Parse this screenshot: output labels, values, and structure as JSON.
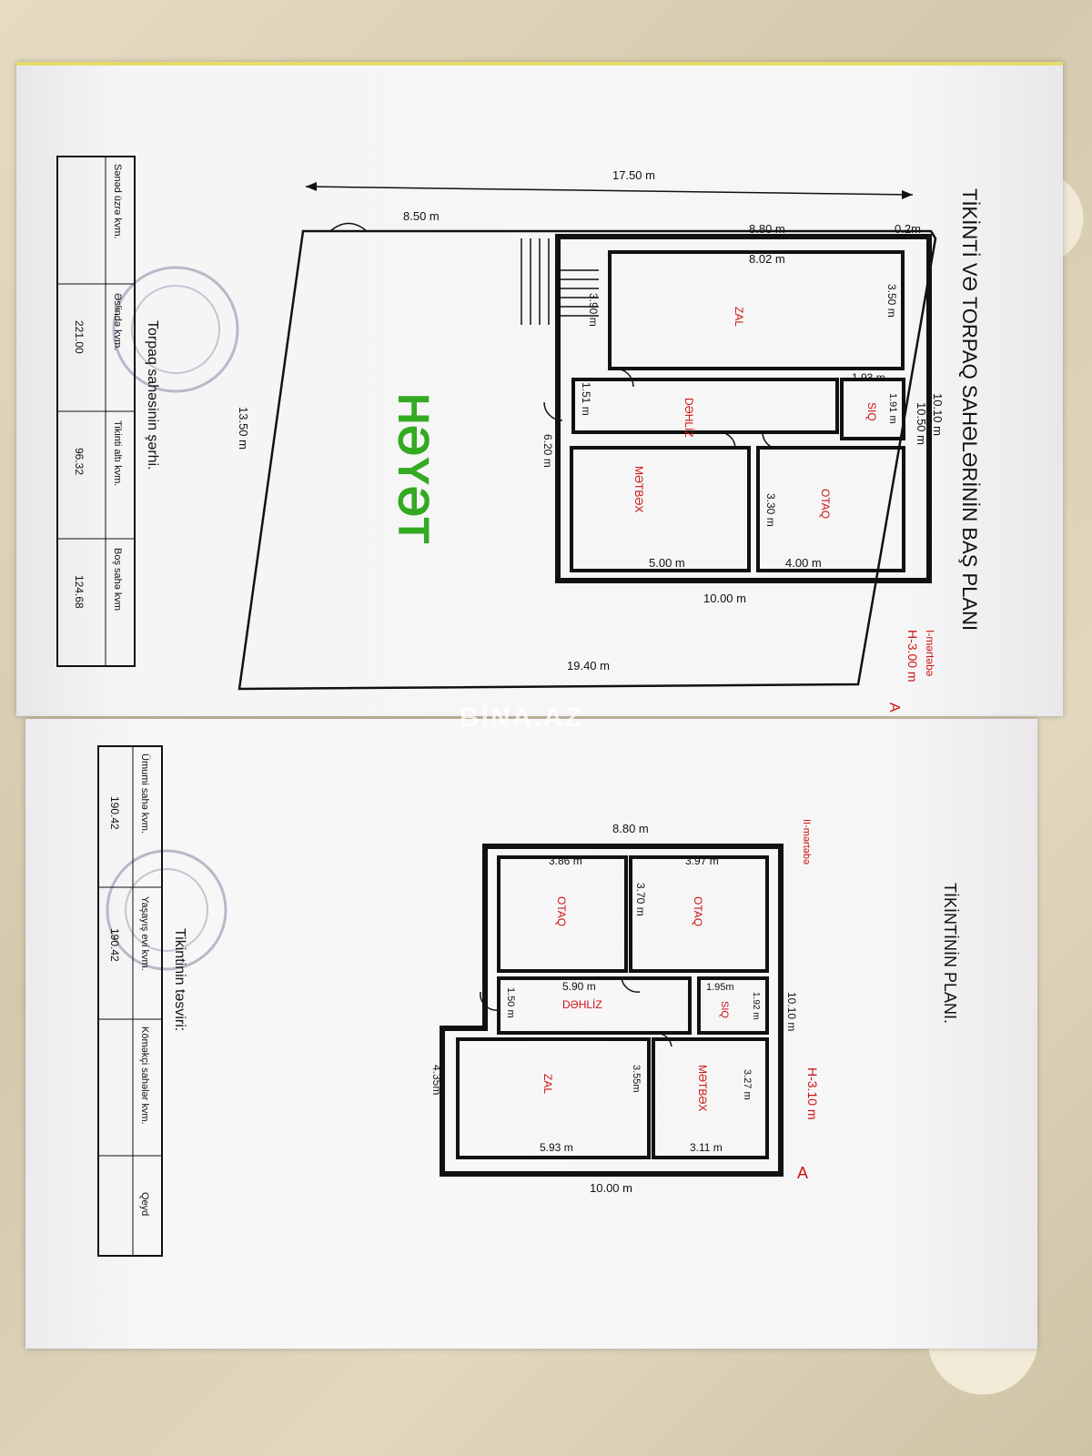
{
  "watermark": "BİNA.AZ",
  "site_plan": {
    "title": "TİKİNTİ VƏ TORPAQ SAHƏLƏRİNİN BAŞ PLANI",
    "floor": "I-mərtəbə",
    "height": "H-3.00 m",
    "letter": "A",
    "yard": "HƏYƏT",
    "rooms": {
      "zal": "ZAL",
      "dahliz": "DƏHLİZ",
      "siq": "SIQ",
      "otaq": "OTAQ",
      "matbax": "MƏTBƏX"
    },
    "dims": {
      "d1750": "17.50 m",
      "d850": "8.50 m",
      "d880": "8.80 m",
      "d02": "0.2m",
      "d802": "8.02 m",
      "d350": "3.50 m",
      "d390": "3.90 m",
      "d1050": "10.50 m",
      "d1010": "10.10 m",
      "d193": "1.93 m",
      "d191": "1.91 m",
      "d151": "1.51 m",
      "d620": "6.20 m",
      "d330": "3.30 m",
      "d500": "5.00 m",
      "d400": "4.00 m",
      "d1000": "10.00 m",
      "d1940": "19.40 m",
      "d1350": "13.50 m"
    }
  },
  "land_table": {
    "title": "Torpaq sahəsinin şərhi.",
    "headers": [
      "Sənəd üzrə kvm.",
      "Əslində kvm.",
      "Tikinti altı kvm.",
      "Boş sahə kvm"
    ],
    "values": [
      "",
      "221.00",
      "96.32",
      "124.68"
    ]
  },
  "floor_plan": {
    "title": "TİKİNTİNİN PLANI.",
    "floor": "II-mərtəbə",
    "height": "H-3.10 m",
    "letter": "A",
    "rooms": {
      "otaq1": "OTAQ",
      "otaq2": "OTAQ",
      "dahliz": "DƏHLİZ",
      "siq": "SIQ",
      "zal": "ZAL",
      "matbax": "MƏTBƏX"
    },
    "dims": {
      "d880": "8.80 m",
      "d386": "3.86 m",
      "d397": "3.97 m",
      "d370": "3.70 m",
      "d1010": "10.10 m",
      "d590": "5.90 m",
      "d195": "1.95m",
      "d192": "1.92 m",
      "d150": "1.50 m",
      "d435": "4.35m",
      "d355": "3.55m",
      "d327": "3.27 m",
      "d593": "5.93 m",
      "d311": "3.11 m",
      "d1000": "10.00 m"
    }
  },
  "building_table": {
    "title": "Tikintinin təsviri:",
    "headers": [
      "Ümumi sahə kvm.",
      "Yaşayış evi kvm.",
      "Köməkçi sahələr kvm.",
      "Qeyd"
    ],
    "values": [
      "190.42",
      "190.42",
      "",
      ""
    ]
  }
}
